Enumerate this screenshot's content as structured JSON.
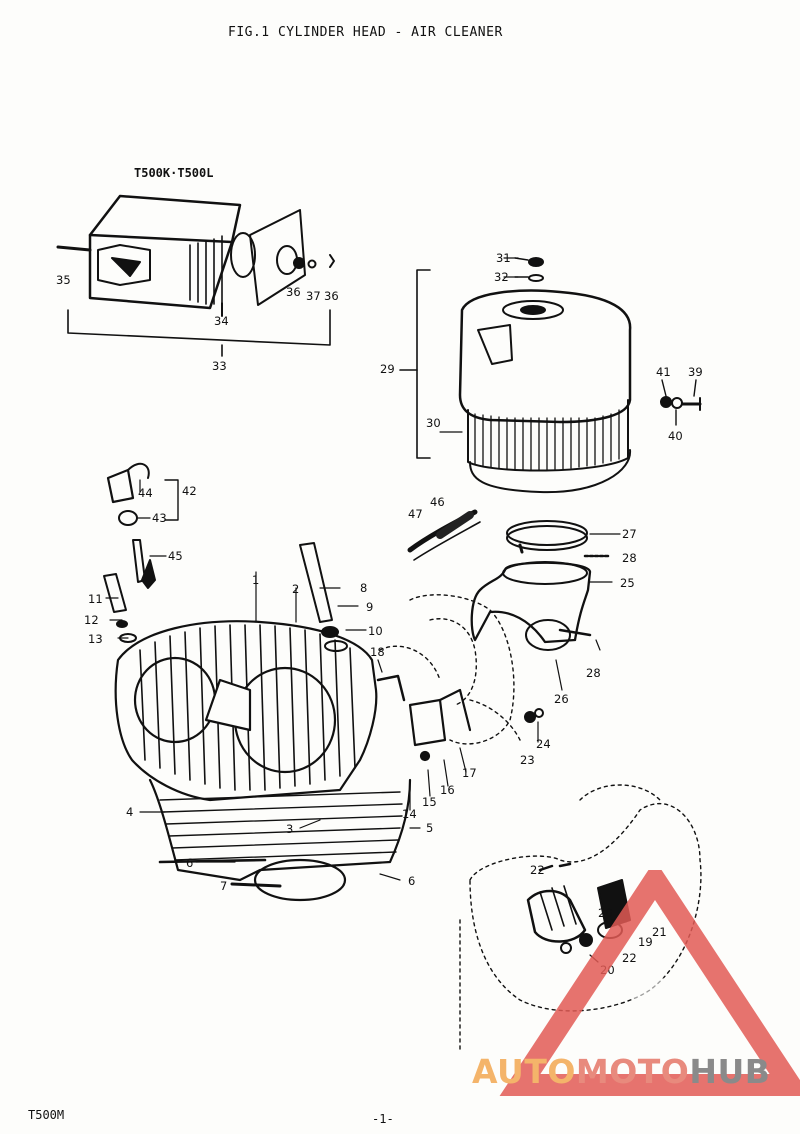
{
  "header": {
    "title": "FIG.1  CYLINDER HEAD - AIR CLEANER"
  },
  "subtitle": "T500K·T500L",
  "footer": {
    "model": "T500M",
    "page": "-1-"
  },
  "watermark": {
    "auto": "AUTO",
    "moto": "MOTO",
    "hub": "HUB",
    "colors": {
      "auto": "#f4b46a",
      "moto": "#e88a7d",
      "hub": "#8a8a8a",
      "triangle": "#e25a55"
    }
  },
  "labels": {
    "l1": "1",
    "l2": "2",
    "l3": "3",
    "l4": "4",
    "l5": "5",
    "l6a": "6",
    "l6b": "6",
    "l7": "7",
    "l8": "8",
    "l9": "9",
    "l10": "10",
    "l11": "11",
    "l12": "12",
    "l13": "13",
    "l14": "14",
    "l15": "15",
    "l16": "16",
    "l17": "17",
    "l18": "18",
    "l19": "19",
    "l20a": "20",
    "l20b": "20",
    "l21": "21",
    "l22a": "22",
    "l22b": "22",
    "l23": "23",
    "l24": "24",
    "l25": "25",
    "l26": "26",
    "l27": "27",
    "l28a": "28",
    "l28b": "28",
    "l29": "29",
    "l30": "30",
    "l31": "31",
    "l32": "32",
    "l33": "33",
    "l34": "34",
    "l35": "35",
    "l36a": "36",
    "l36b": "36",
    "l37": "37",
    "l39": "39",
    "l40": "40",
    "l41": "41",
    "l42": "42",
    "l43": "43",
    "l44": "44",
    "l45": "45",
    "l46": "46",
    "l47": "47"
  }
}
